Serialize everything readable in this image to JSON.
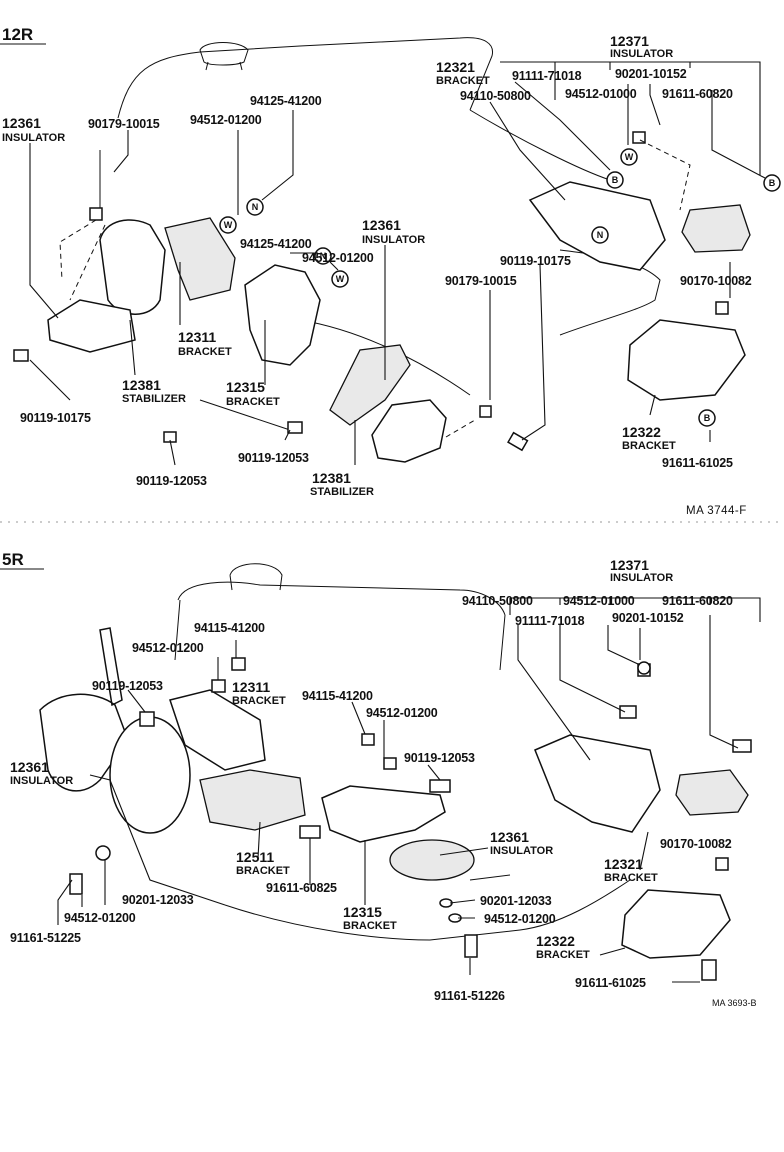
{
  "sections": [
    {
      "title": "12R",
      "ref": "MA 3744-F",
      "callouts": [
        {
          "num": "12361",
          "word": "INSULATOR"
        },
        {
          "pn": "90179-10015"
        },
        {
          "pn": "94512-01200"
        },
        {
          "pn": "94125-41200"
        },
        {
          "num": "12321",
          "word": "BRACKET"
        },
        {
          "pn": "94110-50800"
        },
        {
          "num": "12371",
          "word": "INSULATOR"
        },
        {
          "pn": "91111-71018"
        },
        {
          "pn": "90201-10152"
        },
        {
          "pn": "94512-01000"
        },
        {
          "pn": "91611-60820"
        },
        {
          "num": "12361",
          "word": "INSULATOR"
        },
        {
          "pn": "94125-41200"
        },
        {
          "pn": "94512-01200"
        },
        {
          "pn": "90119-10175"
        },
        {
          "pn": "90179-10015"
        },
        {
          "pn": "90170-10082"
        },
        {
          "num": "12311",
          "word": "BRACKET"
        },
        {
          "num": "12381",
          "word": "STABILIZER"
        },
        {
          "num": "12315",
          "word": "BRACKET"
        },
        {
          "pn": "90119-10175"
        },
        {
          "pn": "90119-12053"
        },
        {
          "pn": "90119-12053"
        },
        {
          "num": "12381",
          "word": "STABILIZER"
        },
        {
          "num": "12322",
          "word": "BRACKET"
        },
        {
          "pn": "91611-61025"
        }
      ]
    },
    {
      "title": "5R",
      "ref": "MA 3693-B",
      "callouts": [
        {
          "num": "12371",
          "word": "INSULATOR"
        },
        {
          "pn": "94110-50800"
        },
        {
          "pn": "94512-01000"
        },
        {
          "pn": "91611-60820"
        },
        {
          "pn": "91111-71018"
        },
        {
          "pn": "90201-10152"
        },
        {
          "pn": "94115-41200"
        },
        {
          "pn": "94512-01200"
        },
        {
          "pn": "90119-12053"
        },
        {
          "num": "12311",
          "word": "BRACKET"
        },
        {
          "pn": "94115-41200"
        },
        {
          "pn": "94512-01200"
        },
        {
          "pn": "90119-12053"
        },
        {
          "num": "12361",
          "word": "INSULATOR"
        },
        {
          "num": "12361",
          "word": "INSULATOR"
        },
        {
          "pn": "90170-10082"
        },
        {
          "num": "12321",
          "word": "BRACKET"
        },
        {
          "num": "12511",
          "word": "BRACKET"
        },
        {
          "pn": "91611-60825"
        },
        {
          "num": "12315",
          "word": "BRACKET"
        },
        {
          "pn": "90201-12033"
        },
        {
          "pn": "94512-01200"
        },
        {
          "pn": "91161-51225"
        },
        {
          "pn": "90201-12033"
        },
        {
          "pn": "94512-01200"
        },
        {
          "num": "12322",
          "word": "BRACKET"
        },
        {
          "pn": "91161-51226"
        },
        {
          "pn": "91611-61025"
        }
      ]
    }
  ],
  "symbols": {
    "b": "B",
    "w": "W",
    "n": "N"
  }
}
